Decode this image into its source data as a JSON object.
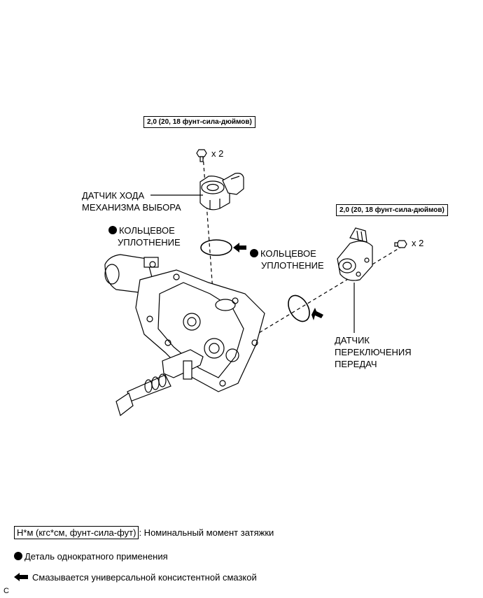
{
  "torque_spec_1": "2,0 (20, 18 фунт-сила-дюймов)",
  "torque_spec_2": "2,0 (20, 18 фунт-сила-дюймов)",
  "qty_bolt_1": "x 2",
  "qty_bolt_2": "x 2",
  "select_sensor_label": [
    "ДАТЧИК ХОДА",
    "МЕХАНИЗМА ВЫБОРА"
  ],
  "oring_label_1": [
    "КОЛЬЦЕВОЕ",
    "УПЛОТНЕНИЕ"
  ],
  "oring_label_2": [
    "КОЛЬЦЕВОЕ",
    "УПЛОТНЕНИЕ"
  ],
  "shift_sensor_label": [
    "ДАТЧИК",
    "ПЕРЕКЛЮЧЕНИЯ",
    "ПЕРЕДАЧ"
  ],
  "legend": {
    "torque_box": "Н*м (кгс*см, фунт-сила-фут)",
    "torque_text": ": Номинальный момент затяжки",
    "single_use_text": "Деталь однократного применения",
    "grease_text": "Смазывается универсальной консистентной смазкой"
  },
  "corner_mark": "C"
}
